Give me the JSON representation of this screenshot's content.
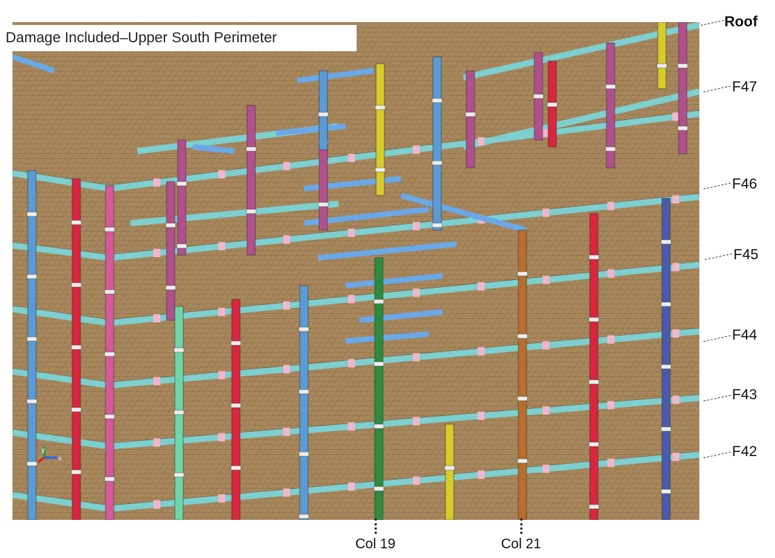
{
  "title": "Damage Included–Upper South Perimeter",
  "floor_labels": [
    "Roof",
    "F47",
    "F46",
    "F45",
    "F44",
    "F43",
    "F42"
  ],
  "column_labels": [
    "Col 19",
    "Col 21"
  ],
  "axis_triad_icon": "xyz-axis-triad-icon",
  "colors": {
    "slab": "#a8875c",
    "slab_mesh": "#7d6444",
    "spandrel": "#7ecfcf",
    "splice": "#f2b6c8",
    "core_beam": "#6aa8e8",
    "col_red": "#d8263e",
    "col_pink": "#d45a9a",
    "col_magenta": "#b0508c",
    "col_blue": "#5b9bd5",
    "col_green": "#2e8b3e",
    "col_mint": "#6fd6a8",
    "col_brown": "#b86e2c",
    "col_navy": "#4a5ca8",
    "col_yellow": "#d6cc2a"
  }
}
